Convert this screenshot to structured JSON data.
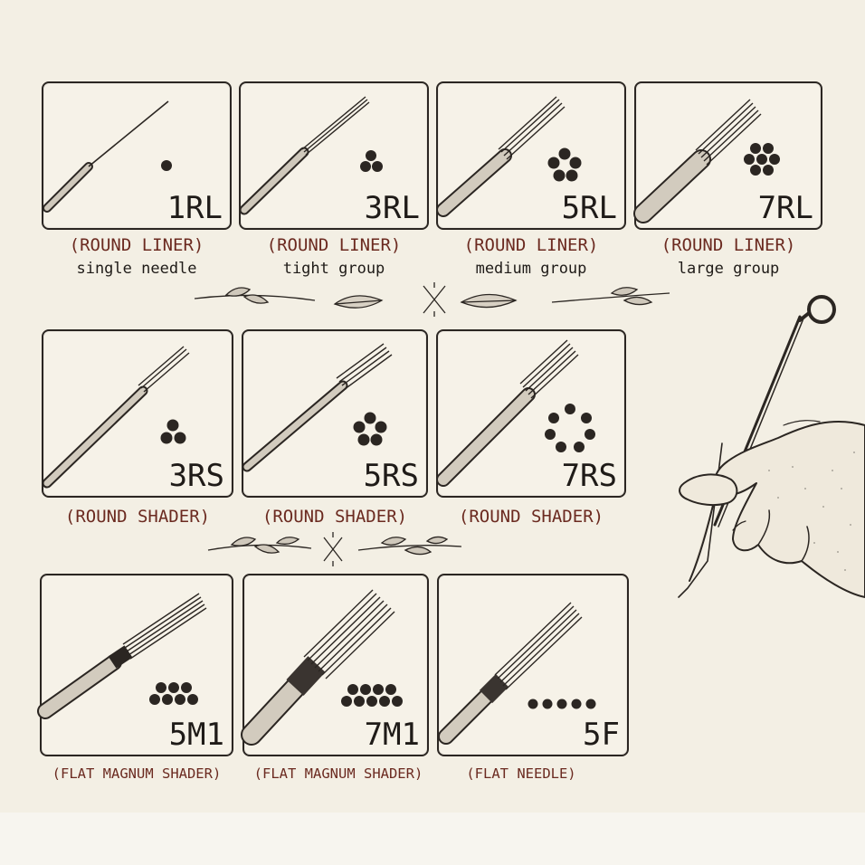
{
  "needles": [
    {
      "code": "1RL",
      "type": "(ROUND LINER)",
      "detail": "single needle"
    },
    {
      "code": "3RL",
      "type": "(ROUND LINER)",
      "detail": "tight group"
    },
    {
      "code": "5RL",
      "type": "(ROUND LINER)",
      "detail": "medium group"
    },
    {
      "code": "7RL",
      "type": "(ROUND LINER)",
      "detail": "large group"
    },
    {
      "code": "3RS",
      "type": "(ROUND SHADER)"
    },
    {
      "code": "5RS",
      "type": "(ROUND SHADER)"
    },
    {
      "code": "7RS",
      "type": "(ROUND SHADER)"
    },
    {
      "code": "5M1",
      "type": "(FLAT MAGNUM SHADER)"
    },
    {
      "code": "7M1",
      "type": "(FLAT MAGNUM SHADER)"
    },
    {
      "code": "5F",
      "type": "(FLAT NEEDLE)"
    }
  ],
  "colors": {
    "ink": "#2b2622",
    "label": "#6b2a20",
    "paper": "#f3efe4"
  },
  "icons": [
    "leaf-sprig-icon",
    "crossed-needles-icon",
    "hand-holding-needle-icon"
  ]
}
